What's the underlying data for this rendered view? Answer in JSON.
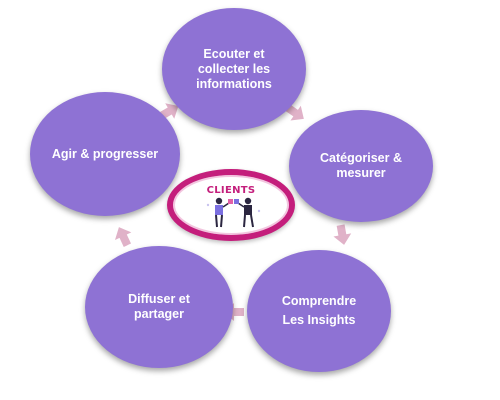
{
  "nodes": [
    {
      "id": "ecouter",
      "lines": [
        "Ecouter et",
        "collecter les",
        "informations"
      ]
    },
    {
      "id": "categoriser",
      "lines": [
        "Catégoriser &",
        "mesurer"
      ]
    },
    {
      "id": "comprendre",
      "lines": [
        "Comprendre",
        "Les Insights"
      ]
    },
    {
      "id": "diffuser",
      "lines": [
        "Diffuser et",
        "partager"
      ]
    },
    {
      "id": "agir",
      "lines": [
        "Agir & progresser"
      ]
    }
  ],
  "center": {
    "label": "CLIENTS",
    "icon": "two-people-with-puzzle-pieces-icon"
  },
  "colors": {
    "node": "#8e72d4",
    "arrow": "#e0b2c8",
    "center_ring": "#c41e7c"
  }
}
